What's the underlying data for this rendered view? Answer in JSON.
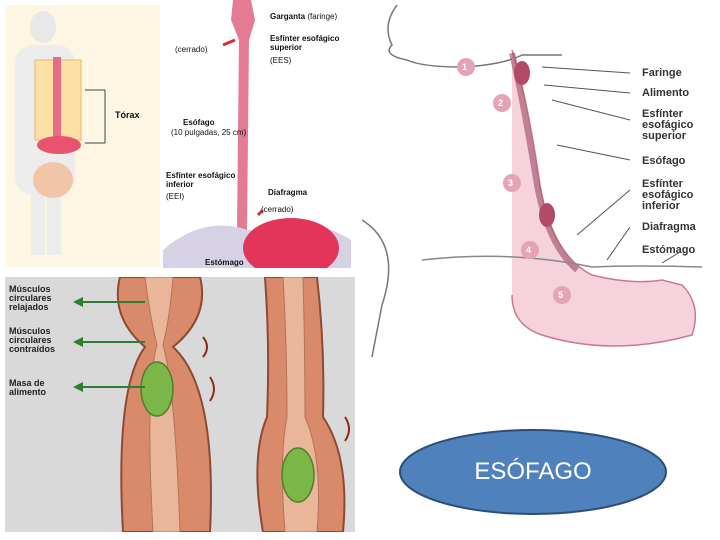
{
  "panel_top_left": {
    "torax_label": "Tórax"
  },
  "panel_top_middle": {
    "garganta": "Garganta",
    "faringe": "(faringe)",
    "cerrado_top": "(cerrado)",
    "ees_name": "Esfínter esofágico\nsuperior",
    "ees_abbr": "(EES)",
    "esofago": "Esófago",
    "esofago_size": "(10 pulgadas, 25 cm)",
    "eei_name": "Esfínter esofágico\ninferior",
    "eei_abbr": "(EEI)",
    "diafragma": "Diafragma",
    "cerrado_bottom": "(cerrado)",
    "estomago": "Estómago"
  },
  "panel_top_right": {
    "labels": [
      "Faringe",
      "Alimento",
      "Esfínter\nesofágico\nsuperior",
      "Esófago",
      "Esfínter\nesofágico\ninferior",
      "Diafragma",
      "Estómago"
    ],
    "steps": [
      "1",
      "2",
      "3",
      "4",
      "5"
    ]
  },
  "panel_bottom_left": {
    "relajados": "Músculos\ncirculares\nrelajados",
    "contraidos": "Músculos\ncirculares\ncontraídos",
    "masa": "Masa de\nalimento"
  },
  "title_oval": {
    "text": "ESÓFAGO",
    "fill": "#4f81bd",
    "stroke": "#2e4e7a"
  }
}
